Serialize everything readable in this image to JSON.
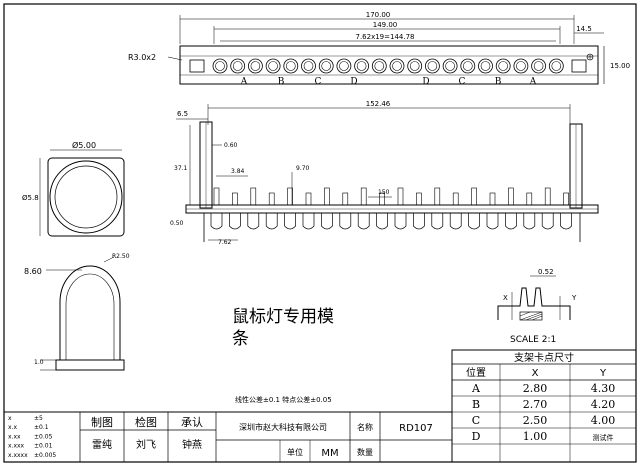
{
  "top_view": {
    "dim_total": "170.00",
    "dim_inner": "149.00",
    "dim_pitch": "7.62x19=144.78",
    "dim_right": "14.5",
    "dim_height": "15.00",
    "radius_note": "R3.0x2",
    "pin_letters": [
      "A",
      "B",
      "C",
      "D",
      "D",
      "C",
      "B",
      "A"
    ]
  },
  "front_view": {
    "dim_span": "152.46",
    "dim_left": "6.5",
    "dim_a": "0.60",
    "dim_b": "3.84",
    "dim_c": "9.70",
    "dim_d": "150",
    "dim_height": "37.1",
    "dim_base": "0.50",
    "dim_pitch": "7.62"
  },
  "round_view": {
    "dim_diameter": "Ø5.00",
    "dim_outer": "Ø5.8"
  },
  "side_view": {
    "dim_height": "8.60",
    "dim_radius": "R2.50",
    "dim_base": "1.0"
  },
  "detail": {
    "dim_gap": "0.52",
    "label_x": "X",
    "label_y": "Y",
    "scale": "SCALE 2:1"
  },
  "title_cn": [
    "鼠标灯专用模",
    "条"
  ],
  "tolerance_note": "线性公差±0.1  特点公差±0.05",
  "tolerance_table": [
    {
      "k": "x",
      "v": "±5"
    },
    {
      "k": "x.x",
      "v": "±0.1"
    },
    {
      "k": "x.xx",
      "v": "±0.05"
    },
    {
      "k": "x.xxx",
      "v": "±0.01"
    },
    {
      "k": "x.xxxx",
      "v": "±0.005"
    }
  ],
  "title_block": {
    "made_by_label": "制图",
    "made_by": "雷纯",
    "checked_label": "检图",
    "checked": "刘飞",
    "approved_label": "承认",
    "approved": "钟燕",
    "company": "深圳市赵大科技有限公司",
    "name_label": "名称",
    "part_no": "RD107",
    "unit_label": "单位",
    "unit": "MM",
    "qty_label": "数量"
  },
  "card_table": {
    "title": "支架卡点尺寸",
    "headers": [
      "位置",
      "X",
      "Y"
    ],
    "rows": [
      [
        "A",
        "2.80",
        "4.30"
      ],
      [
        "B",
        "2.70",
        "4.20"
      ],
      [
        "C",
        "2.50",
        "4.00"
      ],
      [
        "D",
        "1.00",
        "测试件"
      ]
    ]
  }
}
